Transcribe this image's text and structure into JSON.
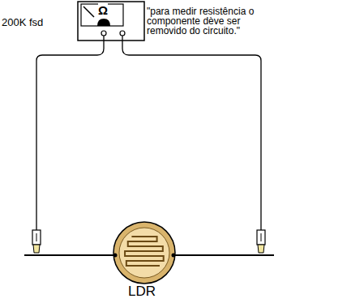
{
  "diagram": {
    "labels": [
      "200K fsd",
      "Ω",
      "\"para medir resistência o componente dève ser removido do circuito.\"",
      "LDR"
    ]
  }
}
